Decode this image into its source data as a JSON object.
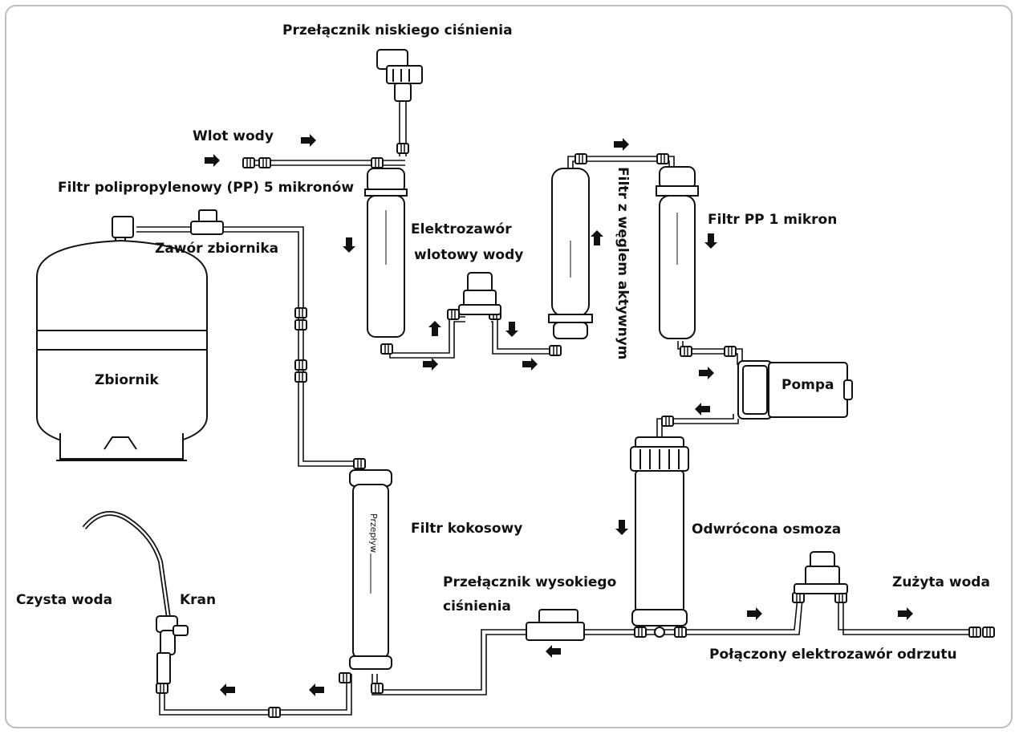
{
  "labels": {
    "low_pressure_switch": "Przełącznik niskiego ciśnienia",
    "water_inlet": "Wlot wody",
    "pp_filter_5": "Filtr polipropylenowy (PP) 5 mikronów",
    "tank_valve": "Zawór zbiornika",
    "tank": "Zbiornik",
    "inlet_solenoid_line1": "Elektrozawór",
    "inlet_solenoid_line2": "wlotowy wody",
    "carbon_filter": "Filtr z węglem aktywnym",
    "pp_filter_1": "Filtr PP 1 mikron",
    "pump": "Pompa",
    "coconut_filter": "Filtr kokosowy",
    "flow_text": "Przepływ",
    "reverse_osmosis": "Odwrócona osmoza",
    "high_pressure_line1": "Przełącznik wysokiego",
    "high_pressure_line2": "ciśnienia",
    "waste_water": "Zużyta woda",
    "clean_water": "Czysta woda",
    "faucet": "Kran",
    "flush_solenoid": "Połączony elektrozawór odrzutu"
  },
  "colors": {
    "line": "#111111",
    "housing_fill": "#ffffff",
    "frame": "#bdbdbd"
  },
  "icons": {
    "flow_arrow": "arrow-icon",
    "fitting": "connector-icon"
  }
}
